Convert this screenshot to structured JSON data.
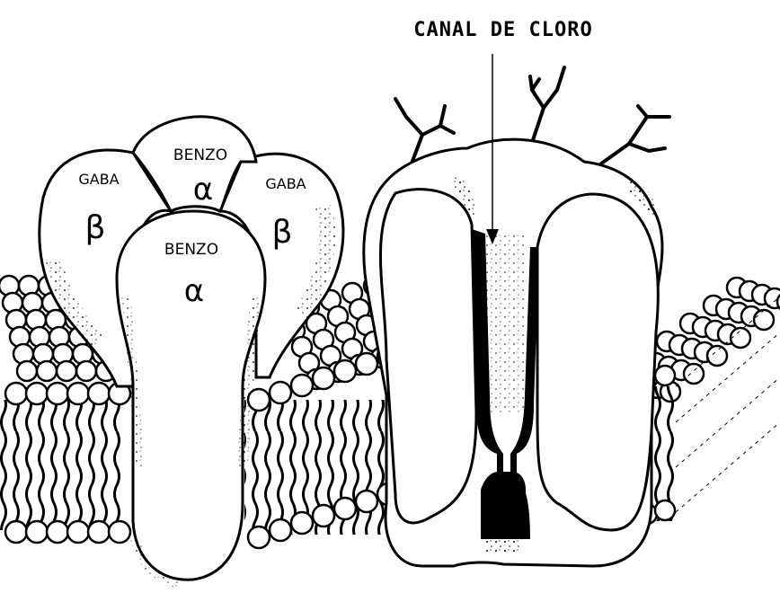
{
  "title": "CANAL DE CLORO",
  "receptor": {
    "subunits": [
      {
        "id": "gaba-left",
        "binding": "GABA",
        "greek": "β"
      },
      {
        "id": "benzo-top",
        "binding": "BENZO",
        "greek": "α"
      },
      {
        "id": "gaba-right",
        "binding": "GABA",
        "greek": "β"
      },
      {
        "id": "benzo-front",
        "binding": "BENZO",
        "greek": "α"
      }
    ]
  },
  "colors": {
    "ink": "#000000",
    "paper": "#ffffff"
  }
}
